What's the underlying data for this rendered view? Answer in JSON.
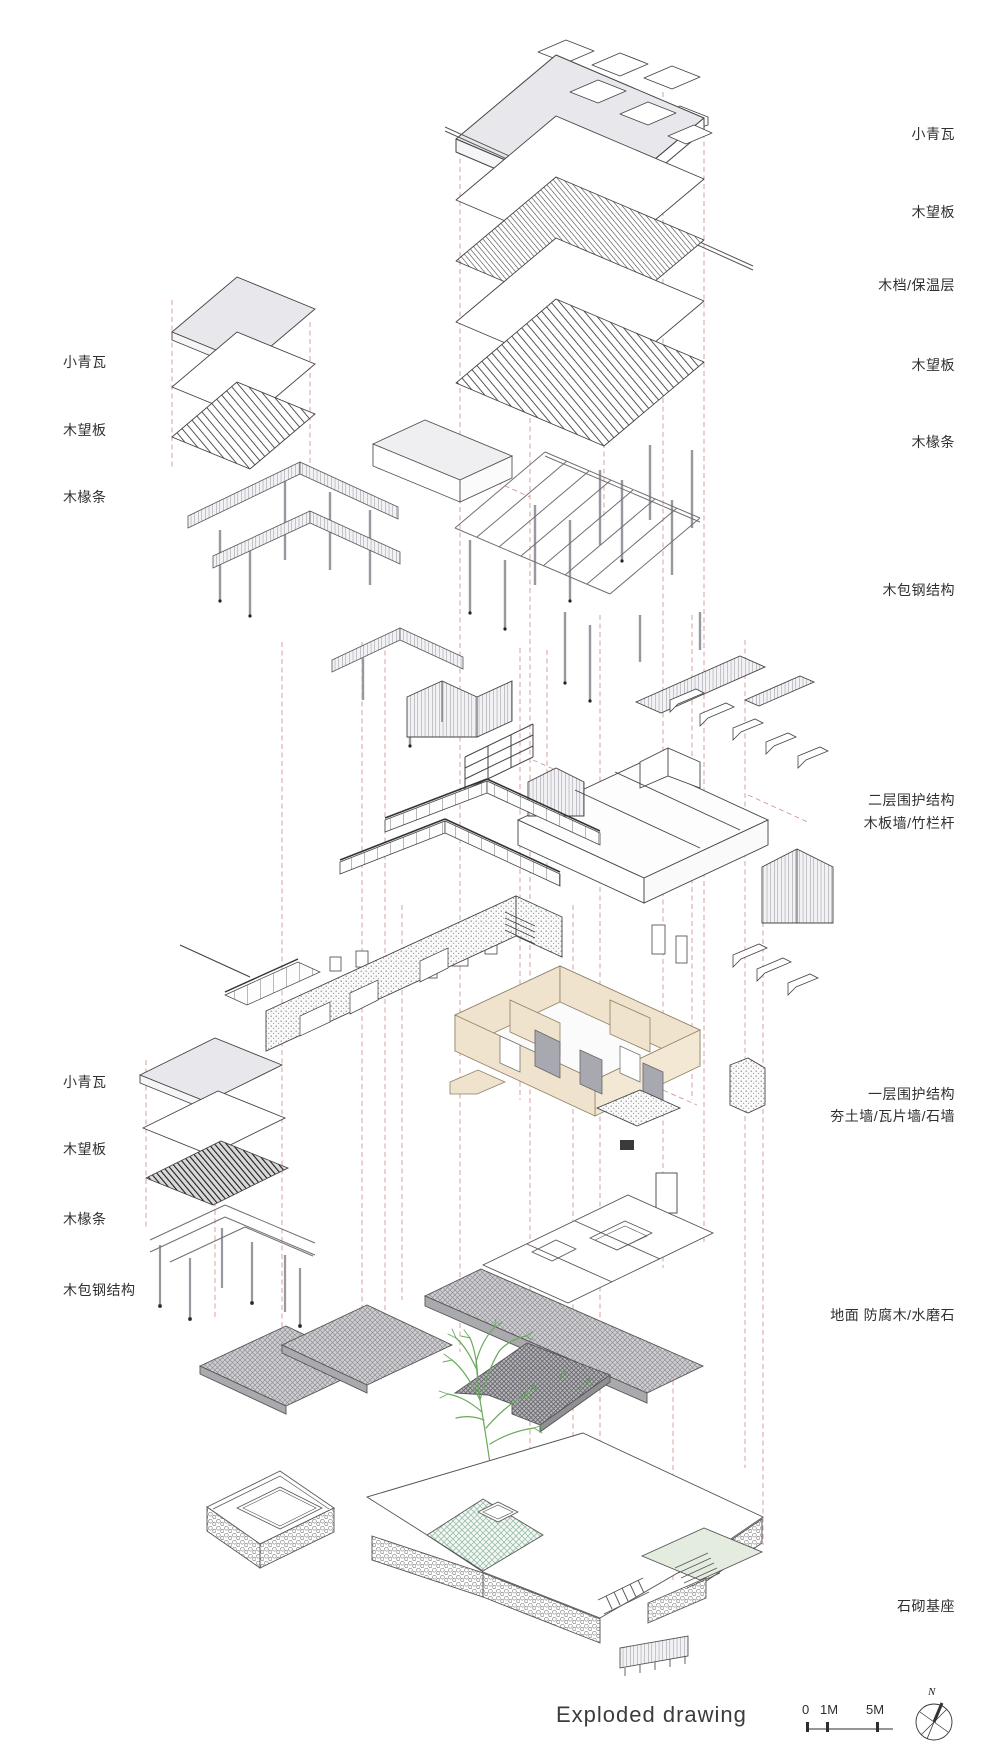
{
  "title": "Exploded drawing",
  "labels": {
    "right": [
      "小青瓦",
      "木望板",
      "木档/保温层",
      "木望板",
      "木椽条",
      "木包钢结构",
      "二层围护结构",
      "木板墙/竹栏杆",
      "一层围护结构",
      "夯土墙/瓦片墙/石墙",
      "地面 防腐木/水磨石",
      "石砌基座"
    ],
    "left": [
      "小青瓦",
      "木望板",
      "木椽条",
      "小青瓦",
      "木望板",
      "木椽条",
      "木包钢结构"
    ]
  },
  "footer": {
    "title": "Exploded drawing",
    "scale": {
      "zero": "0",
      "one": "1M",
      "five": "5M"
    },
    "north": "N"
  },
  "colors": {
    "projection_red": "#cc8484",
    "tile_gray": "#e8e8ec",
    "rammed_earth_tan": "#efe3cd",
    "deck_gray": "#c9c9cc",
    "tree_green": "#6aa95c",
    "terrace_green": "#e3ecdf",
    "line": "#444444"
  }
}
